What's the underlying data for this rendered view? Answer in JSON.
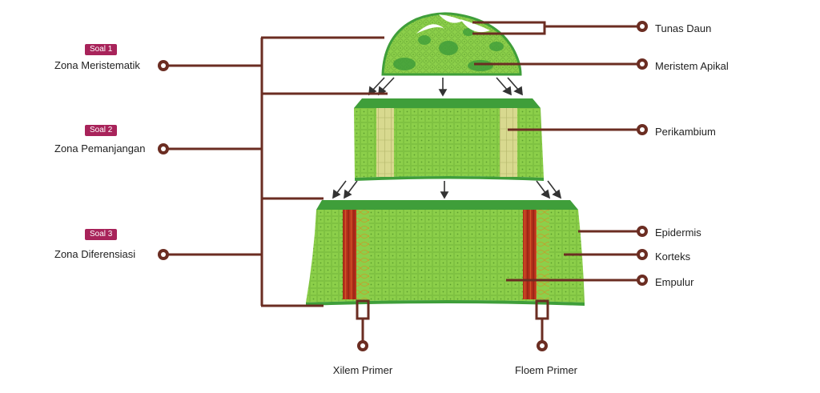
{
  "colors": {
    "line": "#6b2d22",
    "badge": "#a8235a",
    "tissue_light": "#8ccf4a",
    "tissue_dark": "#3f9e3a",
    "procambium": "#d8d98f",
    "xylem": "#b8321c"
  },
  "zones": [
    {
      "badge": "Soal 1",
      "label": "Zona Meristematik"
    },
    {
      "badge": "Soal 2",
      "label": "Zona Pemanjangan"
    },
    {
      "badge": "Soal 3",
      "label": "Zona Diferensiasi"
    }
  ],
  "right_labels": {
    "tunas_daun": "Tunas Daun",
    "meristem_apikal": "Meristem Apikal",
    "perikambium": "Perikambium",
    "epidermis": "Epidermis",
    "korteks": "Korteks",
    "empulur": "Empulur"
  },
  "bottom_labels": {
    "xilem": "Xilem Primer",
    "floem": "Floem Primer"
  }
}
